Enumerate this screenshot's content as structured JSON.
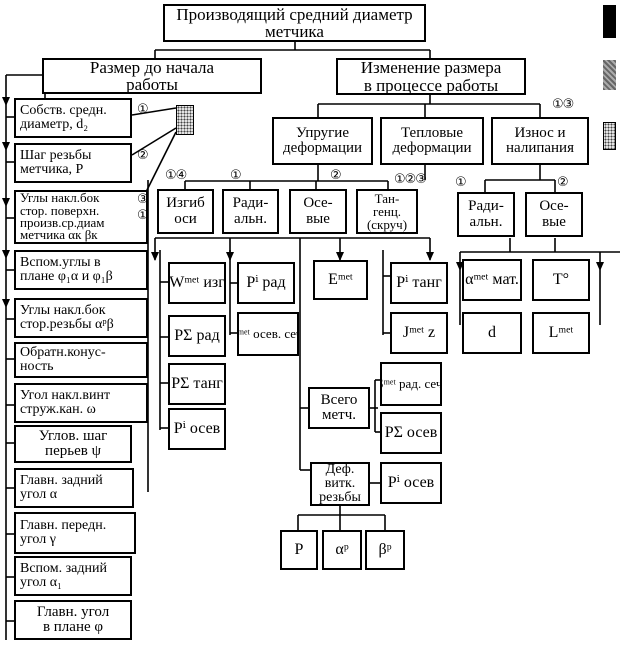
{
  "root": [
    "Производящий средний диаметр",
    "метчика"
  ],
  "branch_initial": [
    "Размер до начала",
    "работы"
  ],
  "branch_change": [
    "Изменение размера",
    "в процессе работы"
  ],
  "left_items": [
    [
      "Собств. средн.",
      "диаметр, d₂"
    ],
    [
      "Шаг резьбы",
      "метчика, P"
    ],
    [
      "Углы накл.бок",
      "стор. поверхн.",
      "произв.ср.диам",
      "метчика αк  βк"
    ],
    [
      "Вспом.углы в",
      "плане φ₁α и φ₁β"
    ],
    [
      "Углы накл.бок",
      "стор.резьбы αᵖβ"
    ],
    [
      "Обратн.конус-",
      "ность"
    ],
    [
      "Угол накл.винт",
      "струж.кан. ω"
    ],
    [
      "Углов. шаг",
      "перьев ψ"
    ],
    [
      "Главн. задний",
      "угол α"
    ],
    [
      "Главн. передн.",
      "угол γ"
    ],
    [
      "Вспом. задний",
      "угол α₁"
    ],
    [
      "Главн. угол",
      "в плане φ"
    ]
  ],
  "categories": {
    "elastic": [
      "Упругие",
      "деформации"
    ],
    "thermal": [
      "Тепловые",
      "деформации"
    ],
    "wear": [
      "Износ и",
      "налипания"
    ]
  },
  "elastic_sub": {
    "bending": [
      "Изгиб",
      "оси"
    ],
    "radial": [
      "Ради-",
      "альн."
    ],
    "axial": [
      "Осе-",
      "вые"
    ],
    "tangential": [
      "Тан-",
      "генц.",
      "(скруч)"
    ]
  },
  "wear_sub": {
    "radial": [
      "Ради-",
      "альн."
    ],
    "axial": [
      "Осе-",
      "вые"
    ]
  },
  "symbols": {
    "w_bend": "Wᵐᵉᵗ изг",
    "p_rad_sum": "PΣ рад",
    "p_tang_sum": "PΣ танг",
    "p_axial_i": "Pⁱ осев",
    "p_rad_i": "Pⁱ рад",
    "s_axial": "Sᵐᵉᵗ осев. сеч.",
    "e_met": "Eᵐᵉᵗ",
    "p_tang_i": "Pⁱ танг",
    "j_z": "Jᵐᵉᵗ z",
    "alpha_mat": "αᵐᵉᵗ мат.",
    "temp": "T°",
    "d": "d",
    "l_met": "Lᵐᵉᵗ",
    "s_rad": "Sᵐᵉᵗ рад. сеч.",
    "p_axial_sum": "PΣ осев",
    "p_axial_i2": "Pⁱ осев",
    "p": "P",
    "alpha_p": "αᵖ",
    "beta_p": "βᵖ"
  },
  "total_met": [
    "Всего",
    "метч."
  ],
  "def_threads": [
    "Деф.",
    "витк.",
    "резьбы"
  ],
  "circle_labels": {
    "d2": "①",
    "pitch": "②",
    "angles": "③",
    "angles2": "①",
    "wear": "①③",
    "bending": "①④",
    "radial": "①",
    "axial": "②",
    "tangential": "①②③",
    "wear_radial": "①",
    "wear_axial": "②"
  },
  "legend_colors": {
    "black": "#000000",
    "gray": "#8c8c8c",
    "dots": "#e8e8e8"
  }
}
